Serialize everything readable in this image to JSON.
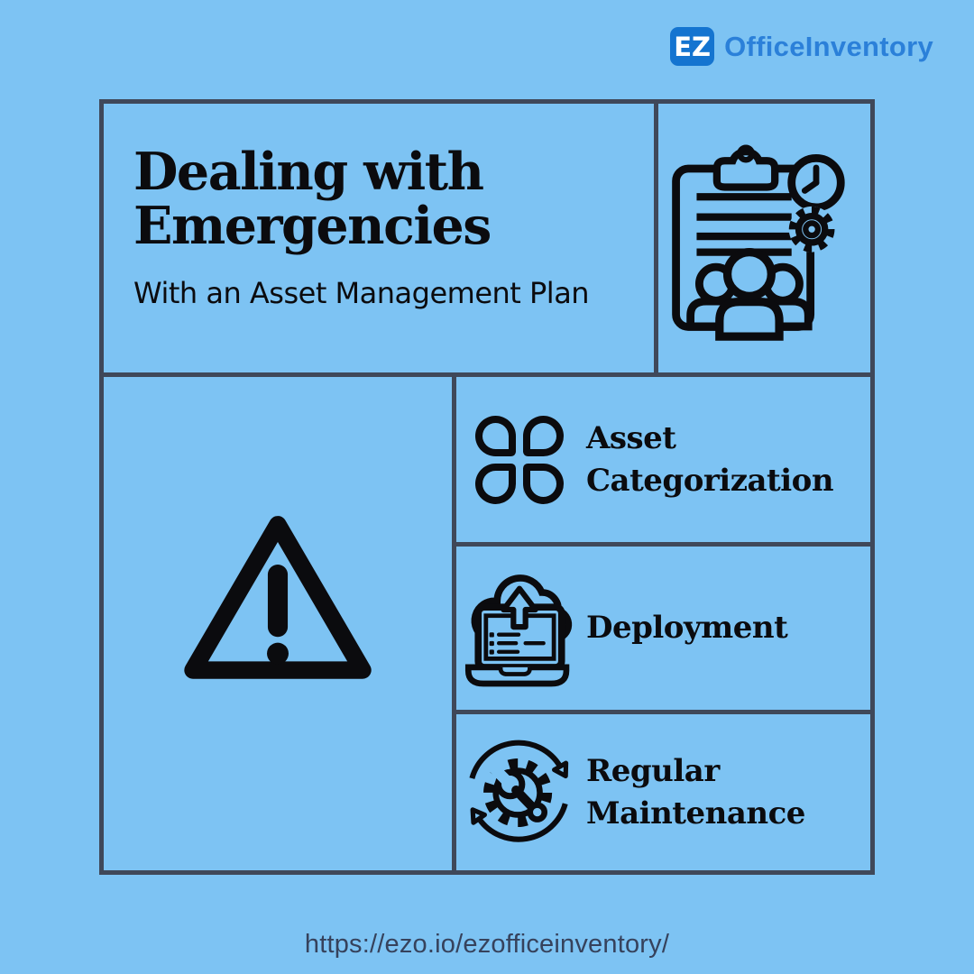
{
  "logo": {
    "badge_text": "EZ",
    "brand_name": "OfficeInventory",
    "badge_color": "#1474d0",
    "name_color": "#2b80d9"
  },
  "hero": {
    "title_line1": "Dealing with",
    "title_line2": "Emergencies",
    "subtitle": "With an Asset Management Plan"
  },
  "features": [
    {
      "line1": "Asset",
      "line2": "Categorization",
      "icon": "category-grid-icon"
    },
    {
      "line1": "Deployment",
      "line2": "",
      "icon": "cloud-upload-laptop-icon"
    },
    {
      "line1": "Regular",
      "line2": "Maintenance",
      "icon": "gear-wrench-cycle-icon"
    }
  ],
  "illustrations": {
    "top_right": "clipboard-team-plan-icon",
    "left": "warning-triangle-icon"
  },
  "footer": {
    "url": "https://ezo.io/ezofficeinventory/"
  },
  "colors": {
    "background": "#7dc3f3",
    "grid_line": "#3f4859",
    "ink": "#0b0b0e",
    "brand_blue": "#1474d0"
  }
}
